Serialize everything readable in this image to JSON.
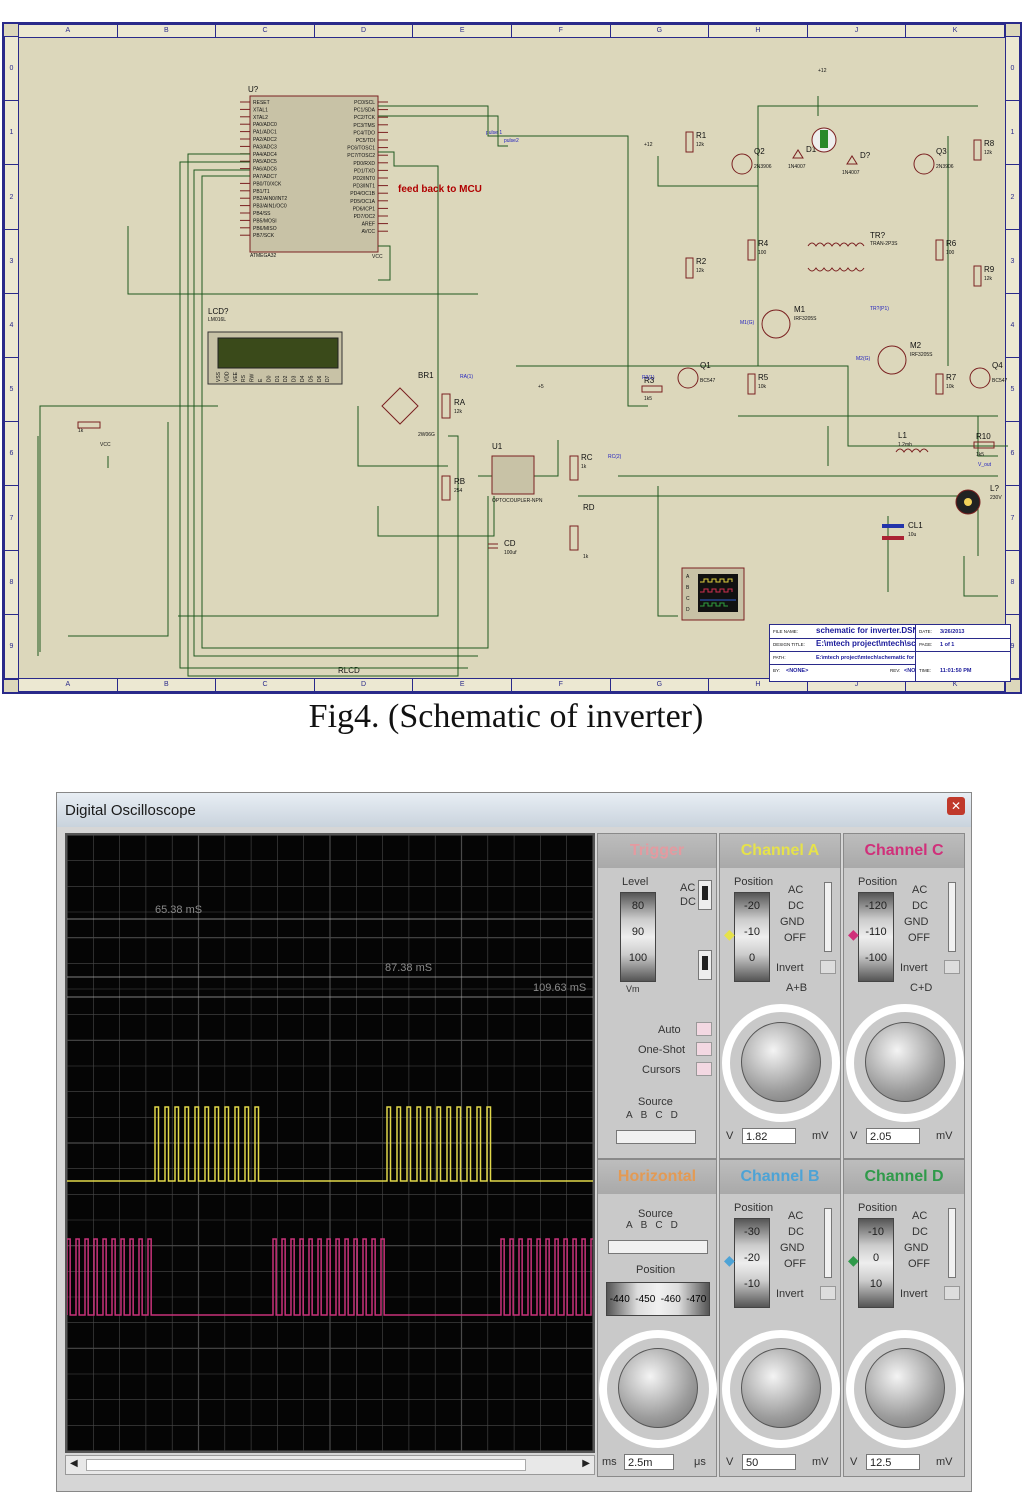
{
  "schematic": {
    "grid_columns": [
      "A",
      "B",
      "C",
      "D",
      "E",
      "F",
      "G",
      "H",
      "J",
      "K"
    ],
    "grid_rows": [
      "0",
      "1",
      "2",
      "3",
      "4",
      "5",
      "6",
      "7",
      "8",
      "9"
    ],
    "mcu": {
      "ref": "U?",
      "part": "ATMEGA32",
      "left_pins": [
        "RESET",
        "XTAL1",
        "XTAL2",
        "PA0/ADC0",
        "PA1/ADC1",
        "PA2/ADC2",
        "PA3/ADC3",
        "PA4/ADC4",
        "PA5/ADC5",
        "PA6/ADC6",
        "PA7/ADC7",
        "PB0/T0/XCK",
        "PB1/T1",
        "PB2/AIN0/INT2",
        "PB3/AIN1/OC0",
        "PB4/SS",
        "PB5/MOSI",
        "PB6/MISO",
        "PB7/SCK"
      ],
      "right_pins": [
        "PC0/SCL",
        "PC1/SDA",
        "PC2/TCK",
        "PC3/TMS",
        "PC4/TDO",
        "PC5/TDI",
        "PC6/TOSC1",
        "PC7/TOSC2",
        "PD0/RXD",
        "PD1/TXD",
        "PD2/INT0",
        "PD3/INT1",
        "PD4/OC1B",
        "PD5/OC1A",
        "PD6/ICP1",
        "PD7/OC2",
        "AREF",
        "AVCC"
      ]
    },
    "feedback_label": "feed back to MCU",
    "lcd": {
      "ref": "LCD?",
      "part": "LM016L",
      "pins": [
        "VSS",
        "VDD",
        "VEE",
        "RS",
        "RW",
        "E",
        "D0",
        "D1",
        "D2",
        "D3",
        "D4",
        "D5",
        "D6",
        "D7"
      ]
    },
    "labels": {
      "pulse1": "pulse 1",
      "pulse2": "pulse2",
      "vcc": "VCC",
      "vcc_left": "VCC",
      "plus5": "+5",
      "plus12_top": "+12",
      "plus12_left": "+12",
      "rlcd": "RLCD",
      "res_1k": "1k",
      "br1": "BR1",
      "br1_part": "2W06G",
      "ra": "RA",
      "ra_val": "12k",
      "ra_probe": "RA(1)",
      "rb": "RB",
      "rb_val": "254",
      "u1": "U1",
      "u1_part": "OPTOCOUPLER-NPN",
      "rc": "RC",
      "rc_val": "1k",
      "rc_probe": "RC(2)",
      "rd": "RD",
      "rd_val": "1k",
      "cd": "CD",
      "cd_val": "100uf",
      "r1": "R1",
      "r1_val": "12k",
      "r2": "R2",
      "r2_val": "12k",
      "r3": "R3",
      "r3_val": "1k5",
      "r3_probe": "R3(1)",
      "r4": "R4",
      "r4_val": "100",
      "r5": "R5",
      "r5_val": "10k",
      "r6": "R6",
      "r6_val": "100",
      "r7": "R7",
      "r7_val": "10k",
      "r8": "R8",
      "r8_val": "12k",
      "r9": "R9",
      "r9_val": "12k",
      "r10": "R10",
      "r10_val": "1k5",
      "q1": "Q1",
      "q1_part": "BC547",
      "q2": "Q2",
      "q2_part": "2N3906",
      "q3": "Q3",
      "q3_part": "2N3906",
      "q4": "Q4",
      "q4_part": "BC547",
      "m1": "M1",
      "m1_part": "IRF3205S",
      "m1_probe": "M1(G)",
      "m2": "M2",
      "m2_part": "IRF3205S",
      "m2_probe": "M2(G)",
      "d1": "D1",
      "d1_part": "1N4007",
      "d2": "D?",
      "d2_part": "1N4007",
      "tr": "TR?",
      "tr_part": "TRAN-2P3S",
      "tr_probe": "TR?(P1)",
      "l1": "L1",
      "l1_val": "1.2mh",
      "lamp": "L?",
      "lamp_val": "230V",
      "cl1": "CL1",
      "cl1_val": "10u",
      "vout": "V_out",
      "scope_channels": [
        "A",
        "B",
        "C",
        "D"
      ]
    },
    "title_block": {
      "file_name_key": "FILE NAME:",
      "file_name": "schematic for inverter.DSN",
      "design_title_key": "DESIGN TITLE:",
      "design_title": "E:\\mtech project\\mtech\\schematic for inverter.D",
      "path_key": "PATH:",
      "path": "E:\\mtech project\\mtech\\schematic for inverter.DSN",
      "by_key": "BY:",
      "by": "<NONE>",
      "rev_key": "REV:",
      "rev": "<NONE>",
      "date_key": "DATE:",
      "date": "3/26/2013",
      "page_key": "PAGE:",
      "page": "1 of 1",
      "time_key": "TIME:",
      "time": "11:01:50 PM"
    }
  },
  "caption": "Fig4. (Schematic of inverter)",
  "oscilloscope": {
    "title": "Digital Oscilloscope",
    "close_label": "✕",
    "screen": {
      "markers": [
        "65.38 mS",
        "87.38 mS",
        "109.63 mS"
      ]
    },
    "trigger": {
      "title": "Trigger",
      "level_label": "Level",
      "level_ticks": [
        "80",
        "90",
        "100"
      ],
      "level_unit": "Vm",
      "ac": "AC",
      "dc": "DC",
      "auto": "Auto",
      "one_shot": "One-Shot",
      "cursors": "Cursors",
      "source_label": "Source",
      "source_options": [
        "A",
        "B",
        "C",
        "D"
      ]
    },
    "horizontal": {
      "title": "Horizontal",
      "source_label": "Source",
      "source_options": [
        "A",
        "B",
        "C",
        "D"
      ],
      "position_label": "Position",
      "position_ticks": [
        "-440",
        "-450",
        "-460",
        "-470"
      ],
      "units_left": "ms",
      "units_right": "μs",
      "value": "2.5m"
    },
    "channels": [
      {
        "title": "Channel A",
        "color": "#e6e24a",
        "position_label": "Position",
        "ticks": [
          "-20",
          "-10",
          "0"
        ],
        "modes": [
          "AC",
          "DC",
          "GND",
          "OFF"
        ],
        "invert": "Invert",
        "extra": "A+B",
        "value": "1.82",
        "unit_left": "V",
        "unit_right": "mV"
      },
      {
        "title": "Channel B",
        "color": "#4da3d6",
        "position_label": "Position",
        "ticks": [
          "-30",
          "-20",
          "-10"
        ],
        "modes": [
          "AC",
          "DC",
          "GND",
          "OFF"
        ],
        "invert": "Invert",
        "extra": "",
        "value": "50",
        "unit_left": "V",
        "unit_right": "mV"
      },
      {
        "title": "Channel C",
        "color": "#d0307a",
        "position_label": "Position",
        "ticks": [
          "-120",
          "-110",
          "-100"
        ],
        "modes": [
          "AC",
          "DC",
          "GND",
          "OFF"
        ],
        "invert": "Invert",
        "extra": "C+D",
        "value": "2.05",
        "unit_left": "V",
        "unit_right": "mV"
      },
      {
        "title": "Channel D",
        "color": "#2f9a4a",
        "position_label": "Position",
        "ticks": [
          "-10",
          "0",
          "10"
        ],
        "modes": [
          "AC",
          "DC",
          "GND",
          "OFF"
        ],
        "invert": "Invert",
        "extra": "",
        "value": "12.5",
        "unit_left": "V",
        "unit_right": "mV"
      }
    ],
    "trace_colors": {
      "channel_a": "#e2d84a",
      "channel_c": "#c8327a",
      "grid": "#4a4a4a",
      "trigger_title": "#e49aa0",
      "horizontal_title": "#e39a54"
    }
  }
}
